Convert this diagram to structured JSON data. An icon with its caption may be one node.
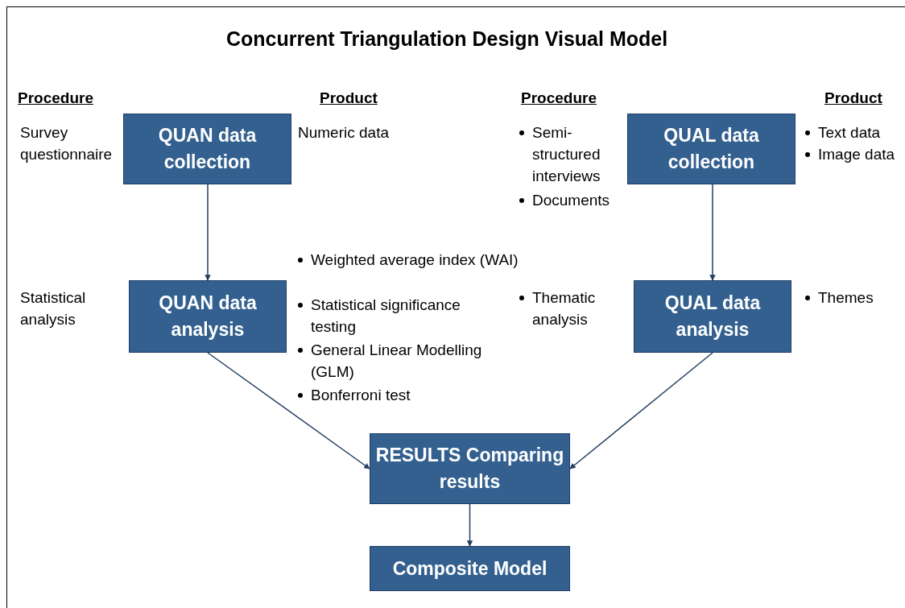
{
  "diagram": {
    "title": "Concurrent Triangulation Design Visual Model",
    "nodes": [
      {
        "text": [
          "QUAN data collection"
        ]
      },
      {
        "text": [
          "QUAL data collection"
        ]
      },
      {
        "text": [
          "QUAN data analysis"
        ]
      },
      {
        "text": [
          "QUAL data analysis"
        ]
      },
      {
        "text": [
          "RESULTS Comparing results"
        ]
      },
      {
        "text": [
          "Composite Model"
        ]
      }
    ],
    "edges": [
      {
        "from": 0,
        "to": 2,
        "arrow": "to"
      },
      {
        "from": 1,
        "to": 3,
        "arrow": "to"
      },
      {
        "from": 2,
        "to": 4,
        "arrow": "to"
      },
      {
        "from": 3,
        "to": 4,
        "arrow": "to"
      },
      {
        "from": 4,
        "to": 5,
        "arrow": "to"
      }
    ],
    "labels": [
      "Procedure",
      "Product",
      "Procedure",
      "Product",
      "Survey questionnaire",
      "Numeric data",
      "Semi-structured interviews",
      "Text data",
      "Image data",
      "Documents",
      "Weighted average index (WAI)",
      "Statistical analysis",
      "Statistical significance testing",
      "Thematic analysis",
      "Themes",
      "General Linear Modelling (GLM)",
      "Bonferroni test"
    ]
  }
}
